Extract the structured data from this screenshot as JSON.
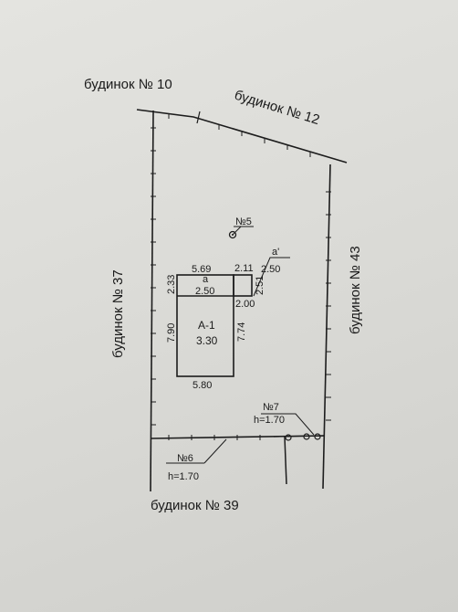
{
  "neighbors": {
    "top_left": "будинок № 10",
    "top_right": "будинок № 12",
    "left": "будинок № 37",
    "right": "будинок № 43",
    "bottom": "будинок № 39"
  },
  "building": {
    "label": "А-1",
    "height": "3.30",
    "dim_top_left": "5.69",
    "dim_top_right": "2.11",
    "dim_left_upper": "2.33",
    "dim_left_lower": "7.90",
    "dim_right_upper": "2.51",
    "dim_right_lower": "7.74",
    "dim_bottom": "5.80",
    "dim_mid_right": "2.00"
  },
  "annex_left": {
    "label": "а",
    "height": "2.50"
  },
  "annex_right": {
    "label": "а'",
    "height": "2.50"
  },
  "well": {
    "label": "№5"
  },
  "fence_7": {
    "label": "№7",
    "height": "h=1.70"
  },
  "fence_6": {
    "label": "№6",
    "height": "h=1.70"
  }
}
